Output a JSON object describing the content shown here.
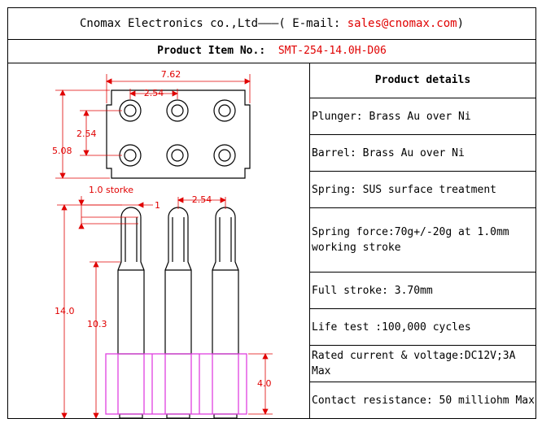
{
  "header": {
    "company": "Cnomax Electronics co.,Ltd",
    "dash": "———(",
    "email_label": "E-mail:",
    "email": "sales@cnomax.com",
    "close": ")"
  },
  "product": {
    "label": "Product Item No.:",
    "value": "SMT-254-14.0H-D06"
  },
  "drawing": {
    "dim_width": "7.62",
    "dim_pitch_top": "2.54",
    "dim_row_pitch": "2.54",
    "dim_height": "5.08",
    "dim_stroke_label": "1.0 storke",
    "dim_one": "1",
    "dim_pitch_side": "2.54",
    "dim_total": "14.0",
    "dim_body": "10.3",
    "dim_base": "4.0"
  },
  "details": {
    "title": "Product details",
    "rows": [
      "Plunger: Brass Au over Ni",
      "Barrel: Brass Au over Ni",
      "Spring: SUS surface treatment",
      "Spring force:70g+/-20g at 1.0mm working stroke",
      "Full stroke: 3.70mm",
      "Life test :100,000 cycles",
      "Rated current & voltage:DC12V;3A Max",
      "Contact resistance: 50 milliohm Max"
    ]
  },
  "colors": {
    "dimension": "#e00000",
    "base": "#e040e0",
    "outline": "#000000"
  }
}
